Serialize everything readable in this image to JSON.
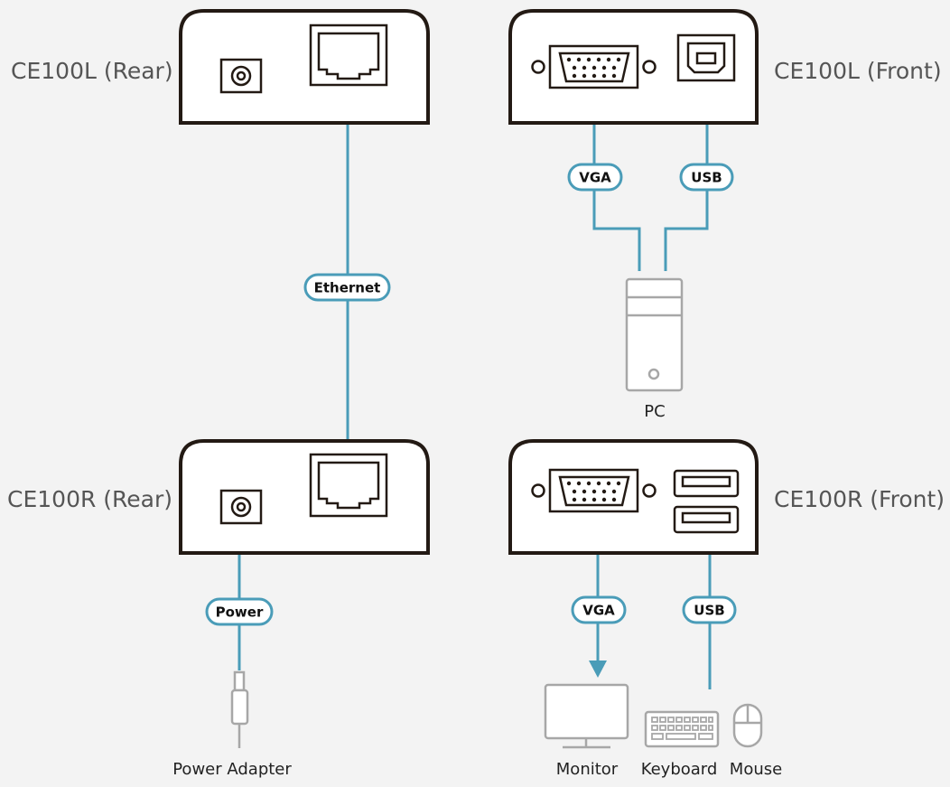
{
  "units": {
    "ce100l_rear": "CE100L (Rear)",
    "ce100l_front": "CE100L (Front)",
    "ce100r_rear": "CE100R (Rear)",
    "ce100r_front": "CE100R (Front)"
  },
  "cables": {
    "ethernet": "Ethernet",
    "vga_pc": "VGA",
    "usb_pc": "USB",
    "power": "Power",
    "vga_monitor": "VGA",
    "usb_peripherals": "USB"
  },
  "devices": {
    "pc": "PC",
    "power_adapter": "Power Adapter",
    "monitor": "Monitor",
    "keyboard": "Keyboard",
    "mouse": "Mouse"
  },
  "colors": {
    "cable": "#4a9cb8",
    "box_outline": "#231a14",
    "device_outline": "#a7a7a7",
    "background": "#f3f3f3"
  }
}
